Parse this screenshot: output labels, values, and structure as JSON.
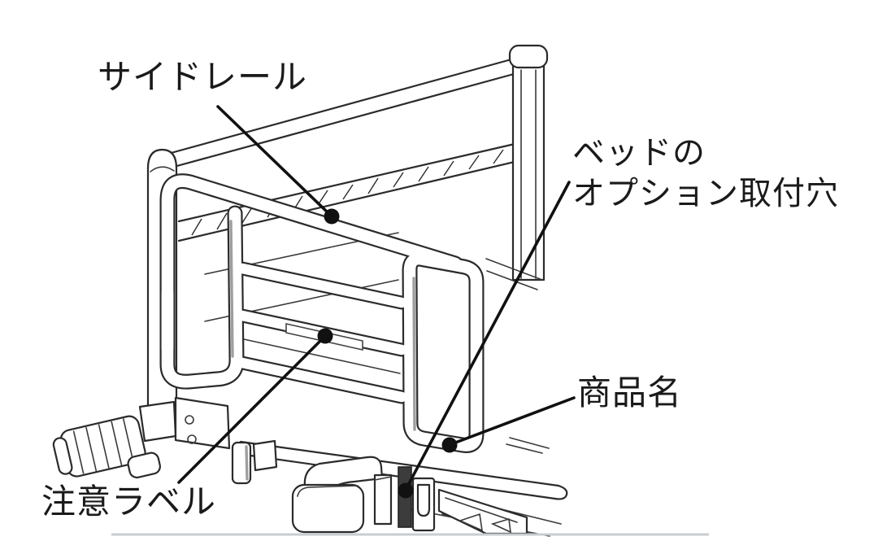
{
  "diagram": {
    "labels": {
      "side_rail": "サイドレール",
      "bed_option_hole_line1": "ベッドの",
      "bed_option_hole_line2": "オプション取付穴",
      "product_name": "商品名",
      "caution_label": "注意ラベル"
    },
    "colors": {
      "background": "#ffffff",
      "line": "#2b2b2b",
      "text": "#1a1a1a",
      "leader": "#111111",
      "shading": "#9e9e9e",
      "divider": "#c9ccd0"
    }
  }
}
